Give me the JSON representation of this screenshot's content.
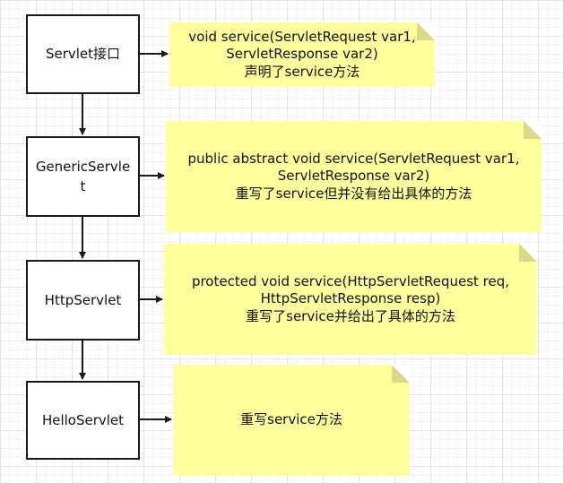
{
  "boxes": {
    "servlet": "Servlet接口",
    "generic": "GenericServlet",
    "http": "HttpServlet",
    "hello": "HelloServlet"
  },
  "notes": {
    "servlet": [
      "void service(ServletRequest var1,",
      "ServletResponse var2)",
      "声明了service方法"
    ],
    "generic": [
      "public abstract void service(ServletRequest var1,",
      "ServletResponse var2)",
      "重写了service但并没有给出具体的方法"
    ],
    "http": [
      "protected void service(HttpServletRequest req,",
      "HttpServletResponse resp)",
      "重写了service并给出了具体的方法"
    ],
    "hello": [
      "重写service方法"
    ]
  },
  "colors": {
    "note_fill": "#ffff9e",
    "stroke": "#1a1a1a"
  }
}
